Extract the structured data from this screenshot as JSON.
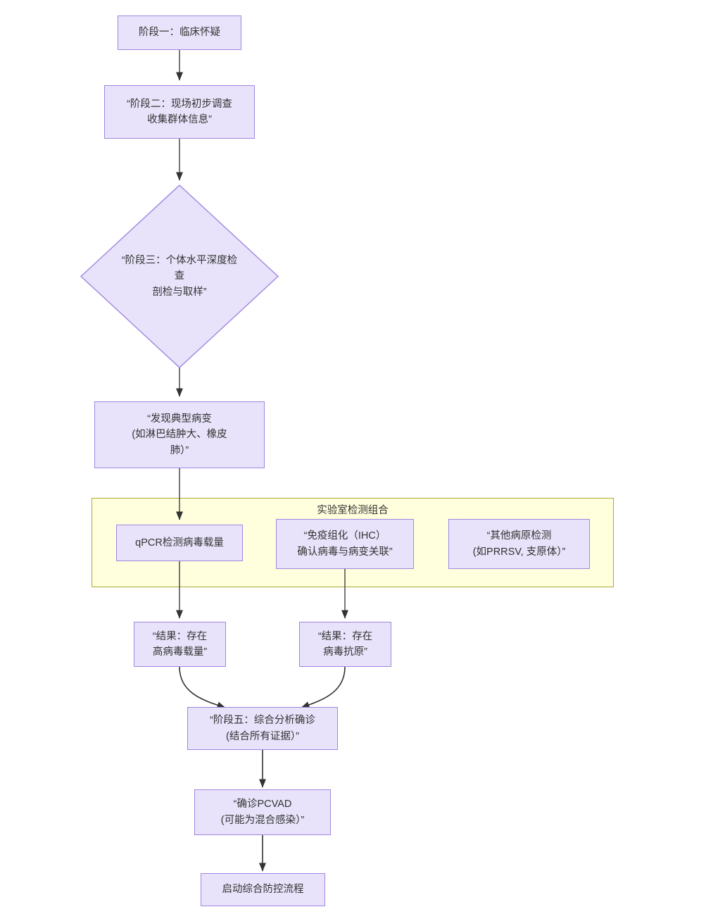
{
  "diagram": {
    "type": "flowchart",
    "direction": "top-down",
    "background": "#ffffff",
    "node_fill": "#e8e3fa",
    "node_stroke": "#9f86e0",
    "subgraph_fill": "#ffffde",
    "subgraph_stroke": "#aaaa33",
    "edge_color": "#333333",
    "text_color": "#333333"
  },
  "nodes": {
    "stage1": {
      "label": "阶段一：临床怀疑",
      "shape": "rect"
    },
    "stage2": {
      "label": "“阶段二：现场初步调查\n收集群体信息”",
      "shape": "rect"
    },
    "stage3": {
      "label": "“阶段三：个体水平深度检\n查\n剖检与取样”",
      "shape": "diamond"
    },
    "lesions": {
      "label": "“发现典型病变\n(如淋巴结肿大、橡皮\n肺）”",
      "shape": "rect"
    },
    "qpcr": {
      "label": "qPCR检测病毒载量",
      "shape": "rect"
    },
    "ihc": {
      "label": "“免疫组化（IHC）\n确认病毒与病变关联”",
      "shape": "rect"
    },
    "other_pathogens": {
      "label": "“其他病原检测\n(如PRRSV, 支原体）”",
      "shape": "rect"
    },
    "result_viral_load": {
      "label": "“结果：存在\n高病毒载量”",
      "shape": "rect"
    },
    "result_antigen": {
      "label": "“结果：存在\n病毒抗原”",
      "shape": "rect"
    },
    "stage5": {
      "label": "“阶段五：综合分析确诊\n(结合所有证据）”",
      "shape": "rect"
    },
    "diagnosis": {
      "label": "“确诊PCVAD\n(可能为混合感染）”",
      "shape": "rect"
    },
    "control": {
      "label": "启动综合防控流程",
      "shape": "rect"
    }
  },
  "subgraphs": {
    "lab_panel": {
      "title": "实验室检测组合"
    }
  },
  "edges": [
    {
      "from": "stage1",
      "to": "stage2"
    },
    {
      "from": "stage2",
      "to": "stage3"
    },
    {
      "from": "stage3",
      "to": "lesions"
    },
    {
      "from": "lesions",
      "to": "qpcr"
    },
    {
      "from": "qpcr",
      "to": "result_viral_load"
    },
    {
      "from": "ihc",
      "to": "result_antigen"
    },
    {
      "from": "result_viral_load",
      "to": "stage5"
    },
    {
      "from": "result_antigen",
      "to": "stage5"
    },
    {
      "from": "stage5",
      "to": "diagnosis"
    },
    {
      "from": "diagnosis",
      "to": "control"
    }
  ]
}
